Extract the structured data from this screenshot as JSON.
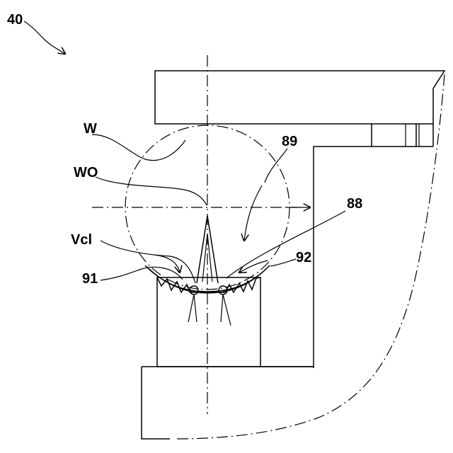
{
  "labels": {
    "fig": "40",
    "w": "W",
    "wo": "WO",
    "vcl": "Vcl",
    "n89": "89",
    "n88": "88",
    "n92": "92",
    "n91": "91"
  }
}
